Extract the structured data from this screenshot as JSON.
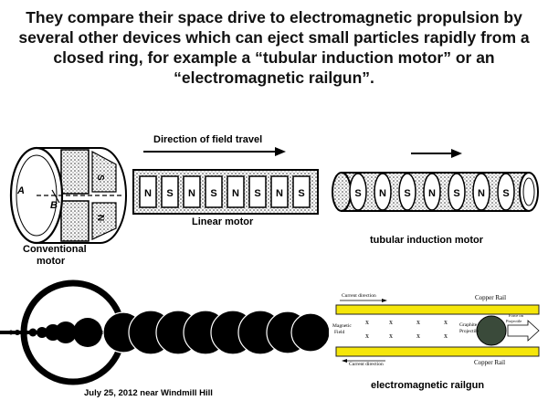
{
  "title": "They compare their space drive to electromagnetic propulsion by several other devices which can eject small particles rapidly from a closed ring, for example a “tubular induction motor” or an “electromagnetic railgun”.",
  "conventional": {
    "label_line1": "Conventional",
    "label_line2": "motor",
    "letter_a": "A",
    "letter_b": "B",
    "pole_s": "S",
    "pole_n": "N"
  },
  "linear": {
    "arrow_label": "Direction of field travel",
    "label": "Linear motor",
    "poles": [
      "N",
      "S",
      "N",
      "S",
      "N",
      "S",
      "N",
      "S"
    ]
  },
  "tubular": {
    "label": "tubular induction motor",
    "poles": [
      "S",
      "N",
      "S",
      "N",
      "S",
      "N",
      "S"
    ]
  },
  "crop_circle": {
    "caption": "July  25, 2012 near  Windmill  Hill"
  },
  "railgun": {
    "current_top": "Current direction",
    "current_bottom": "Current direction",
    "rail_top": "Copper Rail",
    "rail_bottom": "Copper Rail",
    "magnetic_field_line1": "Magnetic",
    "magnetic_field_line2": "Field",
    "projectile_line1": "Graphite",
    "projectile_line2": "Projectile",
    "force_line1": "Force on",
    "force_line2": "Projectile",
    "field_mark": "x",
    "caption": "electromagnetic railgun",
    "rail_color": "#f5e60a"
  }
}
